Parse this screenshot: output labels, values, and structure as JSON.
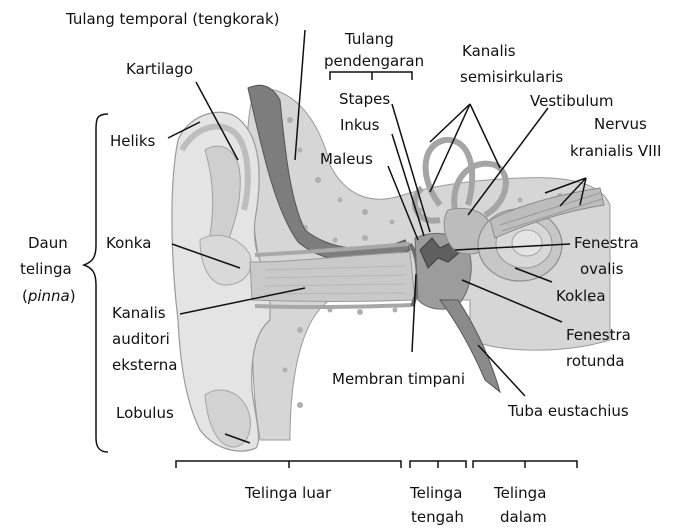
{
  "labels": {
    "temporal": "Tulang temporal (tengkorak)",
    "kartilago": "Kartilago",
    "heliks": "Heliks",
    "daun_1": "Daun",
    "daun_2": "telinga",
    "daun_3_open": "(",
    "daun_3_italic": "pinna",
    "daun_3_close": ")",
    "konka": "Konka",
    "kanalis_aud_1": "Kanalis",
    "kanalis_aud_2": "auditori",
    "kanalis_aud_3": "eksterna",
    "lobulus": "Lobulus",
    "tulang_pend_1": "Tulang",
    "tulang_pend_2": "pendengaran",
    "stapes": "Stapes",
    "inkus": "Inkus",
    "maleus": "Maleus",
    "kanalis_semi_1": "Kanalis",
    "kanalis_semi_2": "semisirkularis",
    "vestibulum": "Vestibulum",
    "nervus_1": "Nervus",
    "nervus_2": "kranialis VIII",
    "fenestra_ov_1": "Fenestra",
    "fenestra_ov_2": "ovalis",
    "koklea": "Koklea",
    "fenestra_rot_1": "Fenestra",
    "fenestra_rot_2": "rotunda",
    "membran": "Membran timpani",
    "tuba": "Tuba eustachius",
    "telinga_luar": "Telinga luar",
    "telinga_tengah_1": "Telinga",
    "telinga_tengah_2": "tengah",
    "telinga_dalam_1": "Telinga",
    "telinga_dalam_2": "dalam"
  }
}
